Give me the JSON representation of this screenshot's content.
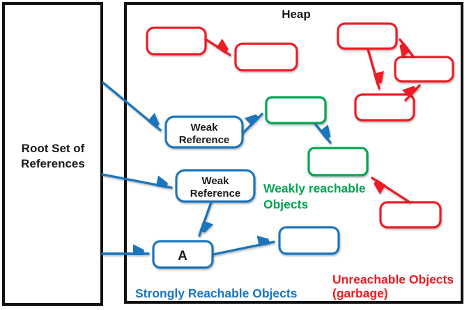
{
  "colors": {
    "red": "#ed1c24",
    "blue": "#1b75bc",
    "green": "#00a651",
    "ink": "#111111"
  },
  "left_panel": {
    "line1": "Root Set of",
    "line2": "References"
  },
  "heap": {
    "label": "Heap"
  },
  "nodes": {
    "weak_reference_1": {
      "line1": "Weak",
      "line2": "Reference"
    },
    "weak_reference_2": {
      "line1": "Weak",
      "line2": "Reference"
    },
    "object_a": {
      "label": "A"
    }
  },
  "captions": {
    "weakly_reachable": {
      "line1": "Weakly reachable",
      "line2": "Objects"
    },
    "strongly_reachable": {
      "label": "Strongly Reachable Objects"
    },
    "unreachable": {
      "line1": "Unreachable Objects",
      "line2": "(garbage)"
    }
  }
}
